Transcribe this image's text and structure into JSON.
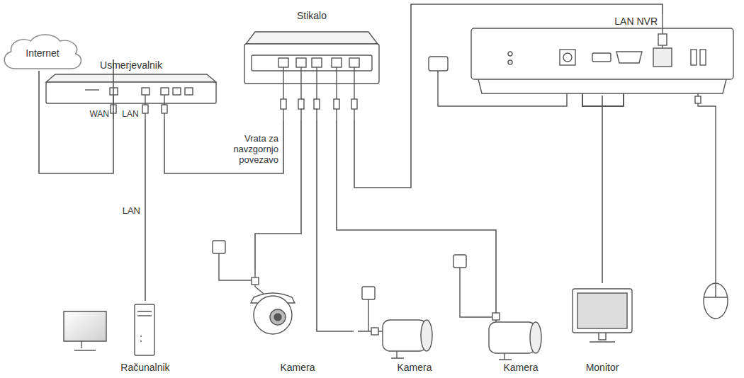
{
  "diagram": {
    "nodes": [
      {
        "text": [
          "Internet"
        ]
      },
      {
        "text": [
          "Usmerjevalnik"
        ]
      },
      {
        "text": [
          "Stikalo"
        ]
      },
      {
        "text": [
          "LAN NVR"
        ]
      },
      {
        "text": [
          "Računalnik"
        ]
      },
      {
        "text": [
          "Kamera"
        ]
      },
      {
        "text": [
          "Kamera"
        ]
      },
      {
        "text": [
          "Kamera"
        ]
      },
      {
        "text": [
          "Monitor"
        ]
      }
    ],
    "edges": [
      {
        "from": 0,
        "to": 1,
        "arrow": "none"
      },
      {
        "from": 1,
        "to": 4,
        "label": "LAN",
        "arrow": "none"
      },
      {
        "from": 1,
        "to": 2,
        "label": "Vrata za navzgornjo povezavo",
        "arrow": "none"
      },
      {
        "from": 2,
        "to": 3,
        "arrow": "none"
      },
      {
        "from": 2,
        "to": 5,
        "arrow": "none"
      },
      {
        "from": 2,
        "to": 6,
        "arrow": "none"
      },
      {
        "from": 2,
        "to": 7,
        "arrow": "none"
      },
      {
        "from": 3,
        "to": 8,
        "arrow": "none"
      }
    ],
    "labels": [
      "WAN",
      "LAN"
    ]
  }
}
